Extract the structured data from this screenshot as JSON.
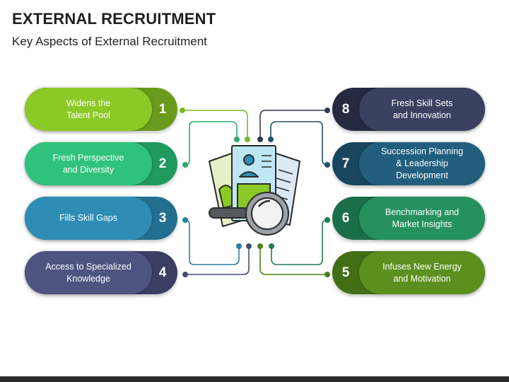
{
  "header": {
    "title": "EXTERNAL RECRUITMENT",
    "subtitle": "Key Aspects of External Recruitment"
  },
  "items": [
    {
      "number": "1",
      "label": "Widens the\nTalent Pool",
      "outer": "#6a9a1c",
      "inner": "#8ac926"
    },
    {
      "number": "2",
      "label": "Fresh Perspective\nand Diversity",
      "outer": "#1f9a5e",
      "inner": "#2fc27c"
    },
    {
      "number": "3",
      "label": "Fills Skill Gaps",
      "outer": "#236f90",
      "inner": "#2f8db5"
    },
    {
      "number": "4",
      "label": "Access to Specialized\nKnowledge",
      "outer": "#3a3f63",
      "inner": "#4d5480"
    },
    {
      "number": "5",
      "label": "Infuses New Energy\nand Motivation",
      "outer": "#426f16",
      "inner": "#5b8f1e"
    },
    {
      "number": "6",
      "label": "Benchmarking and\nMarket Insights",
      "outer": "#1b6f48",
      "inner": "#25915e"
    },
    {
      "number": "7",
      "label": "Succession Planning\n& Leadership\nDevelopment",
      "outer": "#19465e",
      "inner": "#225f7e"
    },
    {
      "number": "8",
      "label": "Fresh Skill Sets\nand Innovation",
      "outer": "#262a40",
      "inner": "#3b4160"
    }
  ]
}
